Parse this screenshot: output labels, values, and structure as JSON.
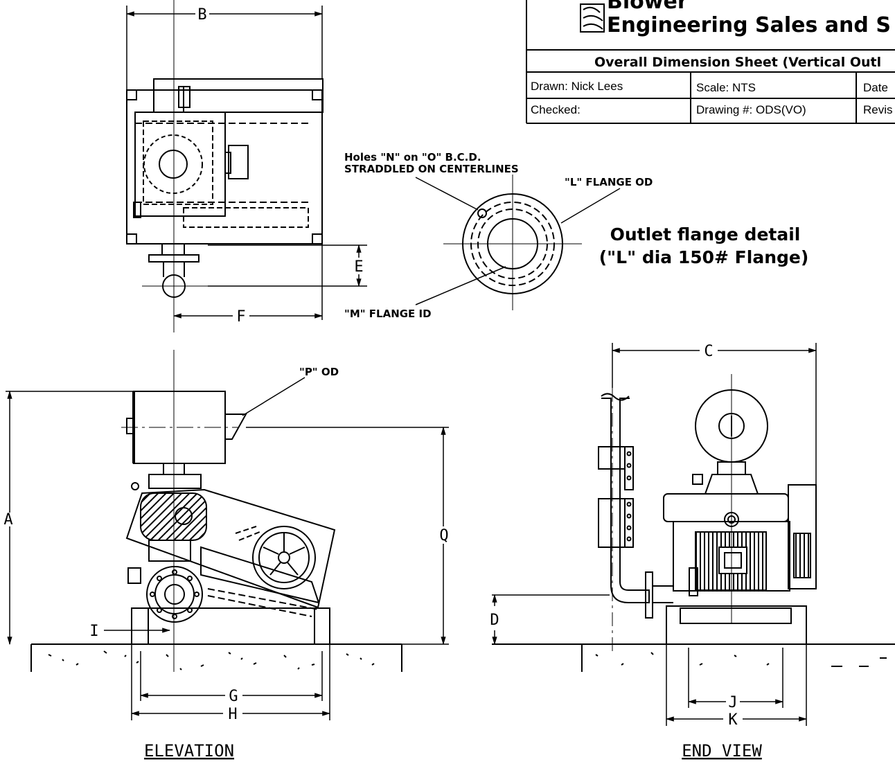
{
  "title_block": {
    "company_line1": "Blower",
    "company_line2": "Engineering Sales and S",
    "sheet_title": "Overall Dimension Sheet (Vertical Outl",
    "drawn": "Drawn: Nick Lees",
    "scale": "Scale: NTS",
    "date": "Date",
    "checked": "Checked:",
    "drawing_number": "Drawing #: ODS(VO)",
    "revision": "Revis"
  },
  "dimensions": {
    "A": "A",
    "B": "B",
    "C": "C",
    "D": "D",
    "E": "E",
    "F": "F",
    "G": "G",
    "H": "H",
    "I": "I",
    "J": "J",
    "K": "K",
    "Q": "Q"
  },
  "notes": {
    "holes_line1": "Holes \"N\" on \"O\" B.C.D.",
    "holes_line2": "STRADDLED ON CENTERLINES",
    "flange_od": "\"L\" FLANGE OD",
    "flange_id": "\"M\" FLANGE ID",
    "p_od": "\"P\" OD",
    "detail_line1": "Outlet flange detail",
    "detail_line2": "(\"L\" dia 150# Flange)"
  },
  "views": {
    "elevation": "ELEVATION",
    "end_view": "END VIEW"
  }
}
